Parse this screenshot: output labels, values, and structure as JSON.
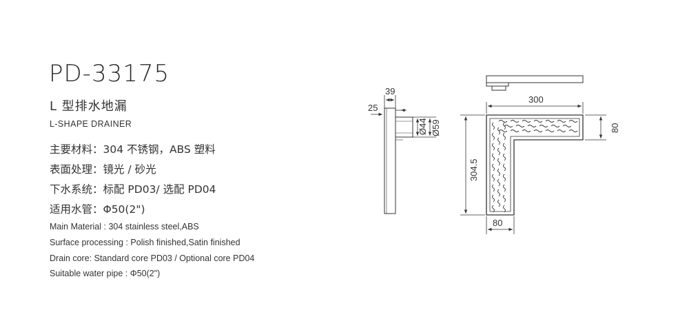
{
  "product": {
    "model": "PD-33175",
    "name_cn": "L 型排水地漏",
    "name_en": "L-SHAPE DRAINER"
  },
  "specs_cn": [
    "主要材料：304 不锈钢，ABS 塑料",
    "表面处理：镜光 / 砂光",
    "下水系统：标配 PD03/ 选配 PD04",
    "适用水管：Φ50(2\")"
  ],
  "specs_en": [
    "Main Material : 304 stainless steel,ABS",
    "Surface processing : Polish finished,Satin finished",
    "Drain core: Standard core PD03 / Optional core PD04",
    "Suitable water pipe : Φ50(2\")"
  ],
  "dimensions": {
    "side_width": "39",
    "side_lip": "25",
    "outlet_inner": "Ø44",
    "outlet_outer": "Ø59",
    "top_length": "300",
    "top_width": "80",
    "left_length": "304.5",
    "bottom_width": "80"
  },
  "colors": {
    "text": "#333333",
    "line": "#333333"
  }
}
